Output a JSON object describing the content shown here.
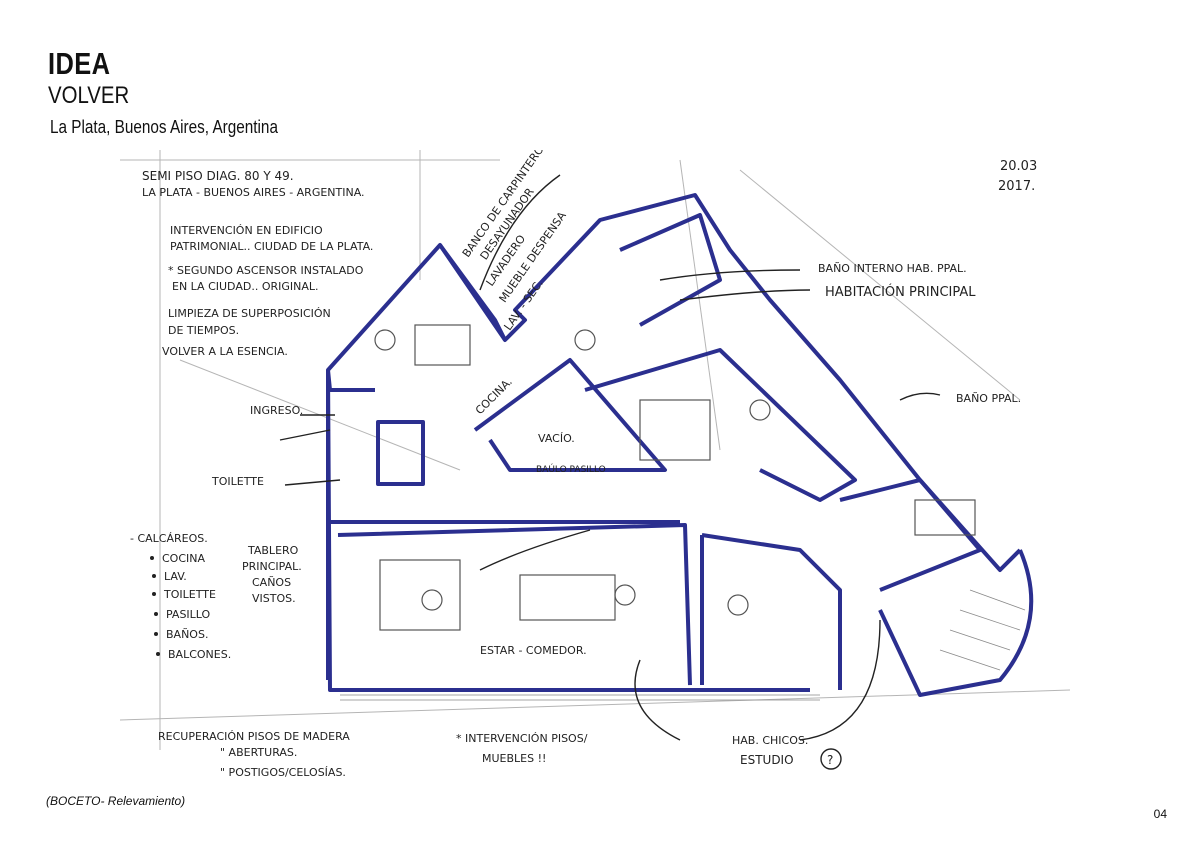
{
  "header": {
    "title": "IDEA",
    "subtitle": "VOLVER",
    "location": "La Plata, Buenos Aires, Argentina"
  },
  "sketch": {
    "heading_line1": "SEMI PISO DIAG. 80 Y 49.",
    "heading_line2": "LA PLATA - BUENOS AIRES - ARGENTINA.",
    "date_line1": "20.03",
    "date_line2": "2017.",
    "notes": [
      "INTERVENCIÓN EN EDIFICIO",
      "PATRIMONIAL.. CIUDAD DE LA PLATA.",
      "* SEGUNDO ASCENSOR INSTALADO",
      "EN LA CIUDAD.. ORIGINAL.",
      "LIMPIEZA DE SUPERPOSICIÓN",
      "DE TIEMPOS.",
      "VOLVER A LA ESENCIA."
    ],
    "kitchen_list": [
      "BANCO DE CARPINTERO",
      "DESAYUNADOR",
      "LAVADERO",
      "MUEBLE DESPENSA",
      "LAV. - SEC."
    ],
    "labels": {
      "ingreso": "INGRESO.",
      "toilette": "TOILETTE",
      "cocina": "COCINA.",
      "vacio": "VACÍO.",
      "baulo": "BAÚLO PASILLO",
      "bano_interno": "BAÑO INTERNO HAB. PPAL.",
      "habitacion": "HABITACIÓN PRINCIPAL",
      "bano_ppal": "BAÑO PPAL.",
      "tablero1": "TABLERO",
      "tablero2": "PRINCIPAL.",
      "tablero3": "CAÑOS",
      "tablero4": "VISTOS.",
      "estar": "ESTAR - COMEDOR.",
      "hab_chicos": "HAB. CHICOS.",
      "estudio": "ESTUDIO",
      "estudio_q": "?"
    },
    "calcareos_title": "- CALCÁREOS.",
    "calcareos_items": [
      "COCINA",
      "LAV.",
      "TOILETTE",
      "PASILLO",
      "BAÑOS.",
      "BALCONES."
    ],
    "bottom_notes": {
      "line1": "RECUPERACIÓN PISOS DE MADERA",
      "line2": "\"      ABERTURAS.",
      "line3": "\"      POSTIGOS/CELOSÍAS.",
      "line4": "* INTERVENCIÓN PISOS/",
      "line5": "MUEBLES !!"
    }
  },
  "footer": {
    "caption": "(BOCETO- Relevamiento)",
    "page_number": "04"
  },
  "colors": {
    "wall_ink": "#2b2f8f",
    "pencil": "#4a4a4a",
    "text": "#111111"
  }
}
